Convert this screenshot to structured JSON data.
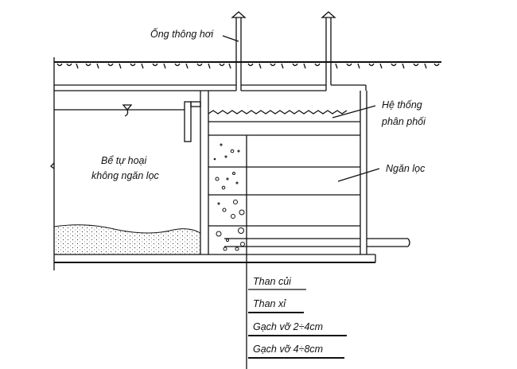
{
  "labels": {
    "vent_pipe": "Ống thông hơi",
    "distribution_line1": "Hệ thống",
    "distribution_line2": "phân phối",
    "filter_chamber": "Ngăn lọc",
    "septic_line1": "Bể tự hoại",
    "septic_line2": "không ngăn lọc"
  },
  "legend": [
    {
      "label": "Than củi"
    },
    {
      "label": "Than xỉ"
    },
    {
      "label": "Gạch vỡ 2÷4cm"
    },
    {
      "label": "Gạch vỡ 4÷8cm"
    }
  ]
}
